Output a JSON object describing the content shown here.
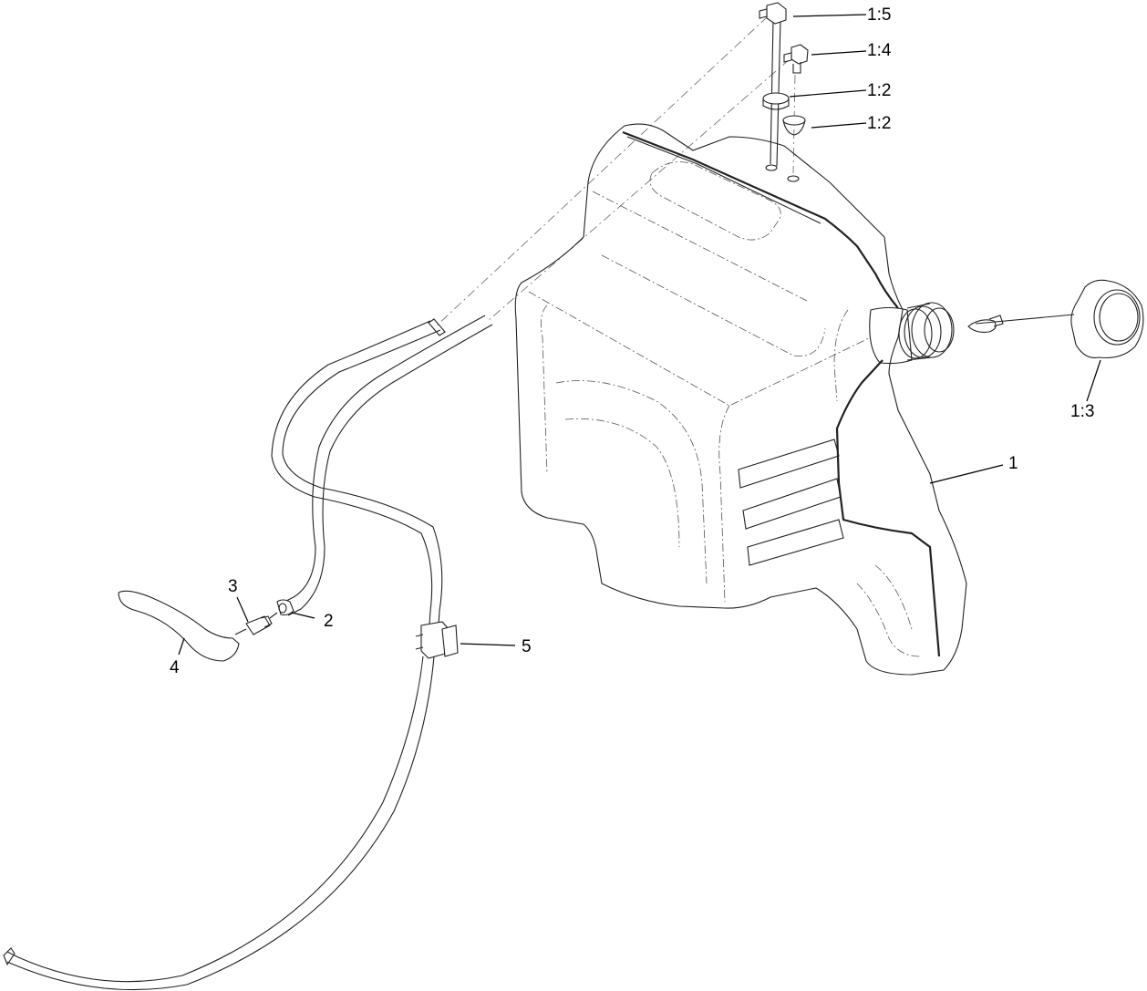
{
  "diagram": {
    "type": "exploded-parts-view",
    "subject": "fuel tank assembly",
    "callouts": [
      {
        "id": "c-1-5",
        "text": "1:5",
        "part": "elbow fitting (upper)"
      },
      {
        "id": "c-1-4",
        "text": "1:4",
        "part": "elbow fitting"
      },
      {
        "id": "c-1-2a",
        "text": "1:2",
        "part": "grommet (upper)"
      },
      {
        "id": "c-1-2b",
        "text": "1:2",
        "part": "grommet (lower)"
      },
      {
        "id": "c-1-3",
        "text": "1:3",
        "part": "fuel cap with tether"
      },
      {
        "id": "c-1",
        "text": "1",
        "part": "fuel tank"
      },
      {
        "id": "c-2",
        "text": "2",
        "part": "hose"
      },
      {
        "id": "c-3",
        "text": "3",
        "part": "in-line fitting / check valve"
      },
      {
        "id": "c-4",
        "text": "4",
        "part": "hose (short)"
      },
      {
        "id": "c-5",
        "text": "5",
        "part": "hose clamp / clip"
      }
    ]
  }
}
